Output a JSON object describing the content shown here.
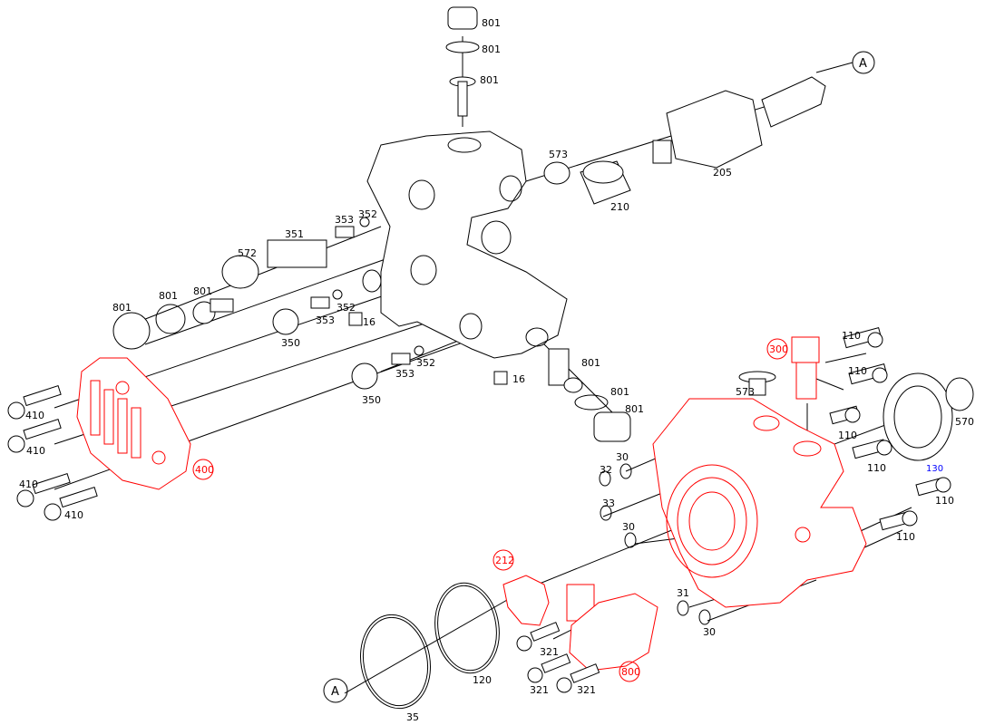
{
  "colors": {
    "lines": "#000000",
    "highlight": "#ff0000",
    "note": "#0000ff"
  },
  "labels": {
    "p801_top_a": "801",
    "p801_top_b": "801",
    "p801_top_c": "801",
    "p573_top": "573",
    "p205": "205",
    "ref_a_top": "A",
    "p210": "210",
    "p352_a": "352",
    "p353_a": "353",
    "p351": "351",
    "p572": "572",
    "p801_left_a": "801",
    "p801_left_b": "801",
    "p801_left_c": "801",
    "p350_a": "350",
    "p353_b": "353",
    "p352_b": "352",
    "p16_a": "16",
    "p352_c": "352",
    "p353_c": "353",
    "p350_b": "350",
    "p16_b": "16",
    "p801_mid_a": "801",
    "p801_mid_b": "801",
    "p801_mid_c": "801",
    "p300": "300",
    "p110_a": "110",
    "p110_b": "110",
    "p110_c": "110",
    "p110_d": "110",
    "p110_e": "110",
    "p110_f": "110",
    "p573_right": "573",
    "p570": "570",
    "p130": "130",
    "p410_a": "410",
    "p410_b": "410",
    "p410_c": "410",
    "p410_d": "410",
    "p400": "400",
    "p30_a": "30",
    "p32": "32",
    "p33": "33",
    "p30_b": "30",
    "p212": "212",
    "p31": "31",
    "p30_c": "30",
    "p321_a": "321",
    "p321_b": "321",
    "p321_c": "321",
    "p800": "800",
    "p120": "120",
    "p35": "35",
    "ref_a_bottom": "A"
  }
}
